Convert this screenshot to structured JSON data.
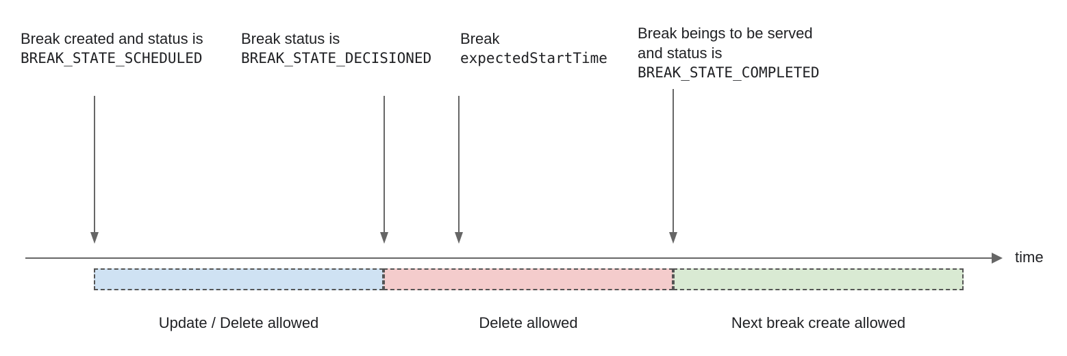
{
  "diagram": {
    "annotations": [
      {
        "text": "Break created and status is",
        "code": "BREAK_STATE_SCHEDULED"
      },
      {
        "text": "Break status is",
        "code": "BREAK_STATE_DECISIONED"
      },
      {
        "text": "Break",
        "code": "expectedStartTime"
      },
      {
        "text": "Break beings to be served and status is",
        "code": "BREAK_STATE_COMPLETED"
      }
    ],
    "timeline": {
      "axis_label": "time"
    },
    "segments": [
      {
        "label": "Update / Delete allowed",
        "color": "#cfe2f3"
      },
      {
        "label": "Delete allowed",
        "color": "#f4cccc"
      },
      {
        "label": "Next break create allowed",
        "color": "#d9ead3"
      }
    ],
    "colors": {
      "line": "#666666",
      "dashed_border": "#545454",
      "text": "#202124"
    }
  }
}
